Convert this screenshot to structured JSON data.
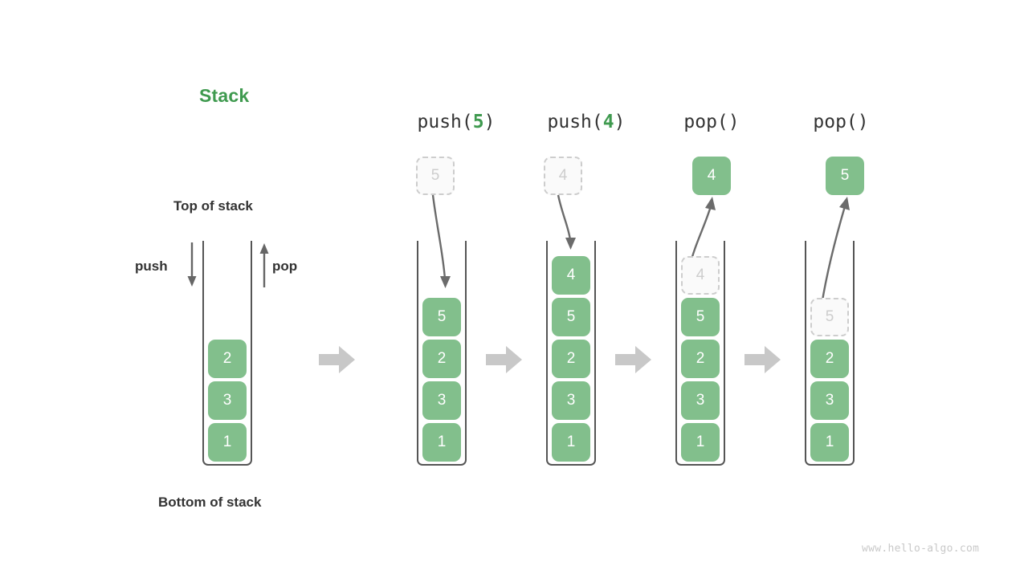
{
  "title": "Stack",
  "labels": {
    "top_of_stack": "Top of stack",
    "bottom_of_stack": "Bottom of stack",
    "push": "push",
    "pop": "pop"
  },
  "watermark": "www.hello-algo.com",
  "colors": {
    "accent_green": "#3f9a4f",
    "cell_green": "#82bf8c",
    "ghost_gray": "#cdcdcd",
    "flow_arrow_gray": "#c8c8c8",
    "text_dark": "#333333",
    "container_stroke": "#555555"
  },
  "chart_data": {
    "type": "diagram",
    "title": "Stack",
    "description": "Stack push and pop operation sequence",
    "steps": [
      {
        "label_prefix": "",
        "label": "",
        "operation": "initial",
        "argument": null,
        "stack_top_to_bottom": [
          "2",
          "3",
          "1"
        ],
        "incoming_cell": null,
        "outgoing_cell": null,
        "ghost_in_stack": null
      },
      {
        "label_prefix": "push(",
        "label": "push(5)",
        "label_suffix": ")",
        "operation": "push",
        "argument": "5",
        "stack_top_to_bottom": [
          "5",
          "2",
          "3",
          "1"
        ],
        "incoming_cell": "5",
        "outgoing_cell": null,
        "ghost_in_stack": null
      },
      {
        "label_prefix": "push(",
        "label": "push(4)",
        "label_suffix": ")",
        "operation": "push",
        "argument": "4",
        "stack_top_to_bottom": [
          "4",
          "5",
          "2",
          "3",
          "1"
        ],
        "incoming_cell": "4",
        "outgoing_cell": null,
        "ghost_in_stack": null
      },
      {
        "label_prefix": "pop(",
        "label": "pop()",
        "label_suffix": ")",
        "operation": "pop",
        "argument": "",
        "stack_top_to_bottom": [
          "5",
          "2",
          "3",
          "1"
        ],
        "incoming_cell": null,
        "outgoing_cell": "4",
        "ghost_in_stack": "4"
      },
      {
        "label_prefix": "pop(",
        "label": "pop()",
        "label_suffix": ")",
        "operation": "pop",
        "argument": "",
        "stack_top_to_bottom": [
          "2",
          "3",
          "1"
        ],
        "incoming_cell": null,
        "outgoing_cell": "5",
        "ghost_in_stack": "5"
      }
    ],
    "flow_arrow_count": 4
  }
}
